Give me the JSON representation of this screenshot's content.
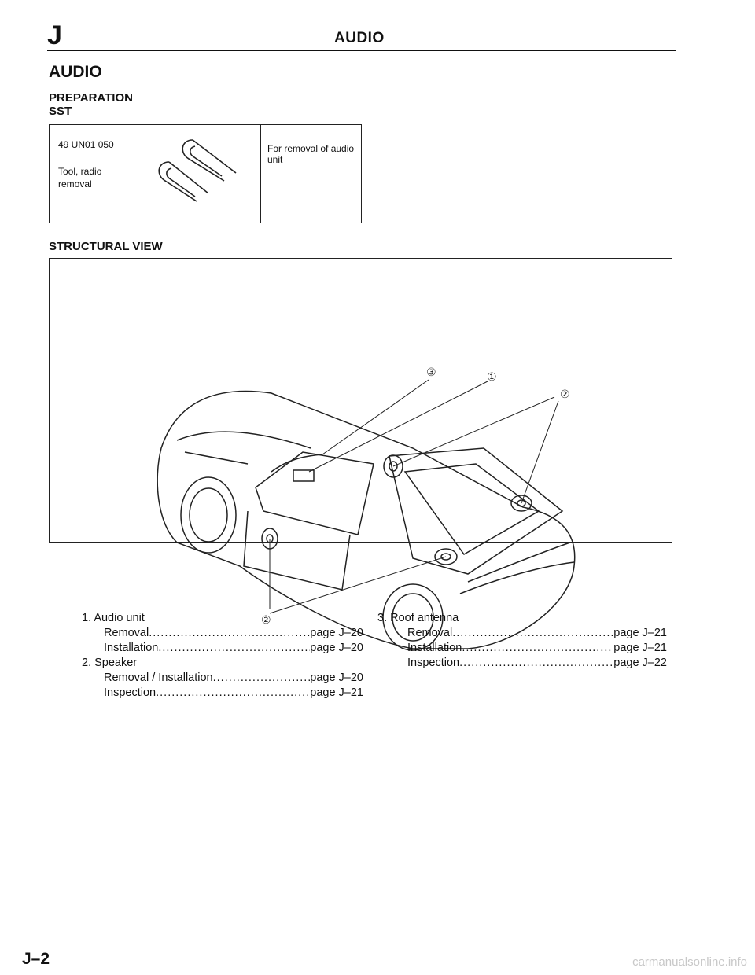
{
  "header": {
    "section_letter": "J",
    "title": "AUDIO"
  },
  "section_title": "AUDIO",
  "preparation": {
    "heading": "PREPARATION",
    "subheading": "SST"
  },
  "sst": {
    "part_number": "49 UN01 050",
    "tool_name": "Tool, radio removal",
    "use": "For removal of audio unit"
  },
  "structural_view": {
    "heading": "STRUCTURAL VIEW",
    "callouts": [
      "①",
      "②",
      "③",
      "②"
    ]
  },
  "items_left": [
    {
      "label": "1. Audio unit"
    },
    {
      "label": "Removal",
      "page": "page J–20"
    },
    {
      "label": "Installation",
      "page": "page J–20"
    },
    {
      "label": "2. Speaker"
    },
    {
      "label": "Removal / Installation",
      "page": "page J–20"
    },
    {
      "label": "Inspection",
      "page": "page J–21"
    }
  ],
  "items_right": [
    {
      "label": "3. Roof antenna"
    },
    {
      "label": "Removal",
      "page": "page J–21"
    },
    {
      "label": "Installation",
      "page": "page J–21"
    },
    {
      "label": "Inspection",
      "page": "page J–22"
    }
  ],
  "footer": {
    "page_code": "J–2",
    "watermark": "carmanualsonline.info"
  }
}
